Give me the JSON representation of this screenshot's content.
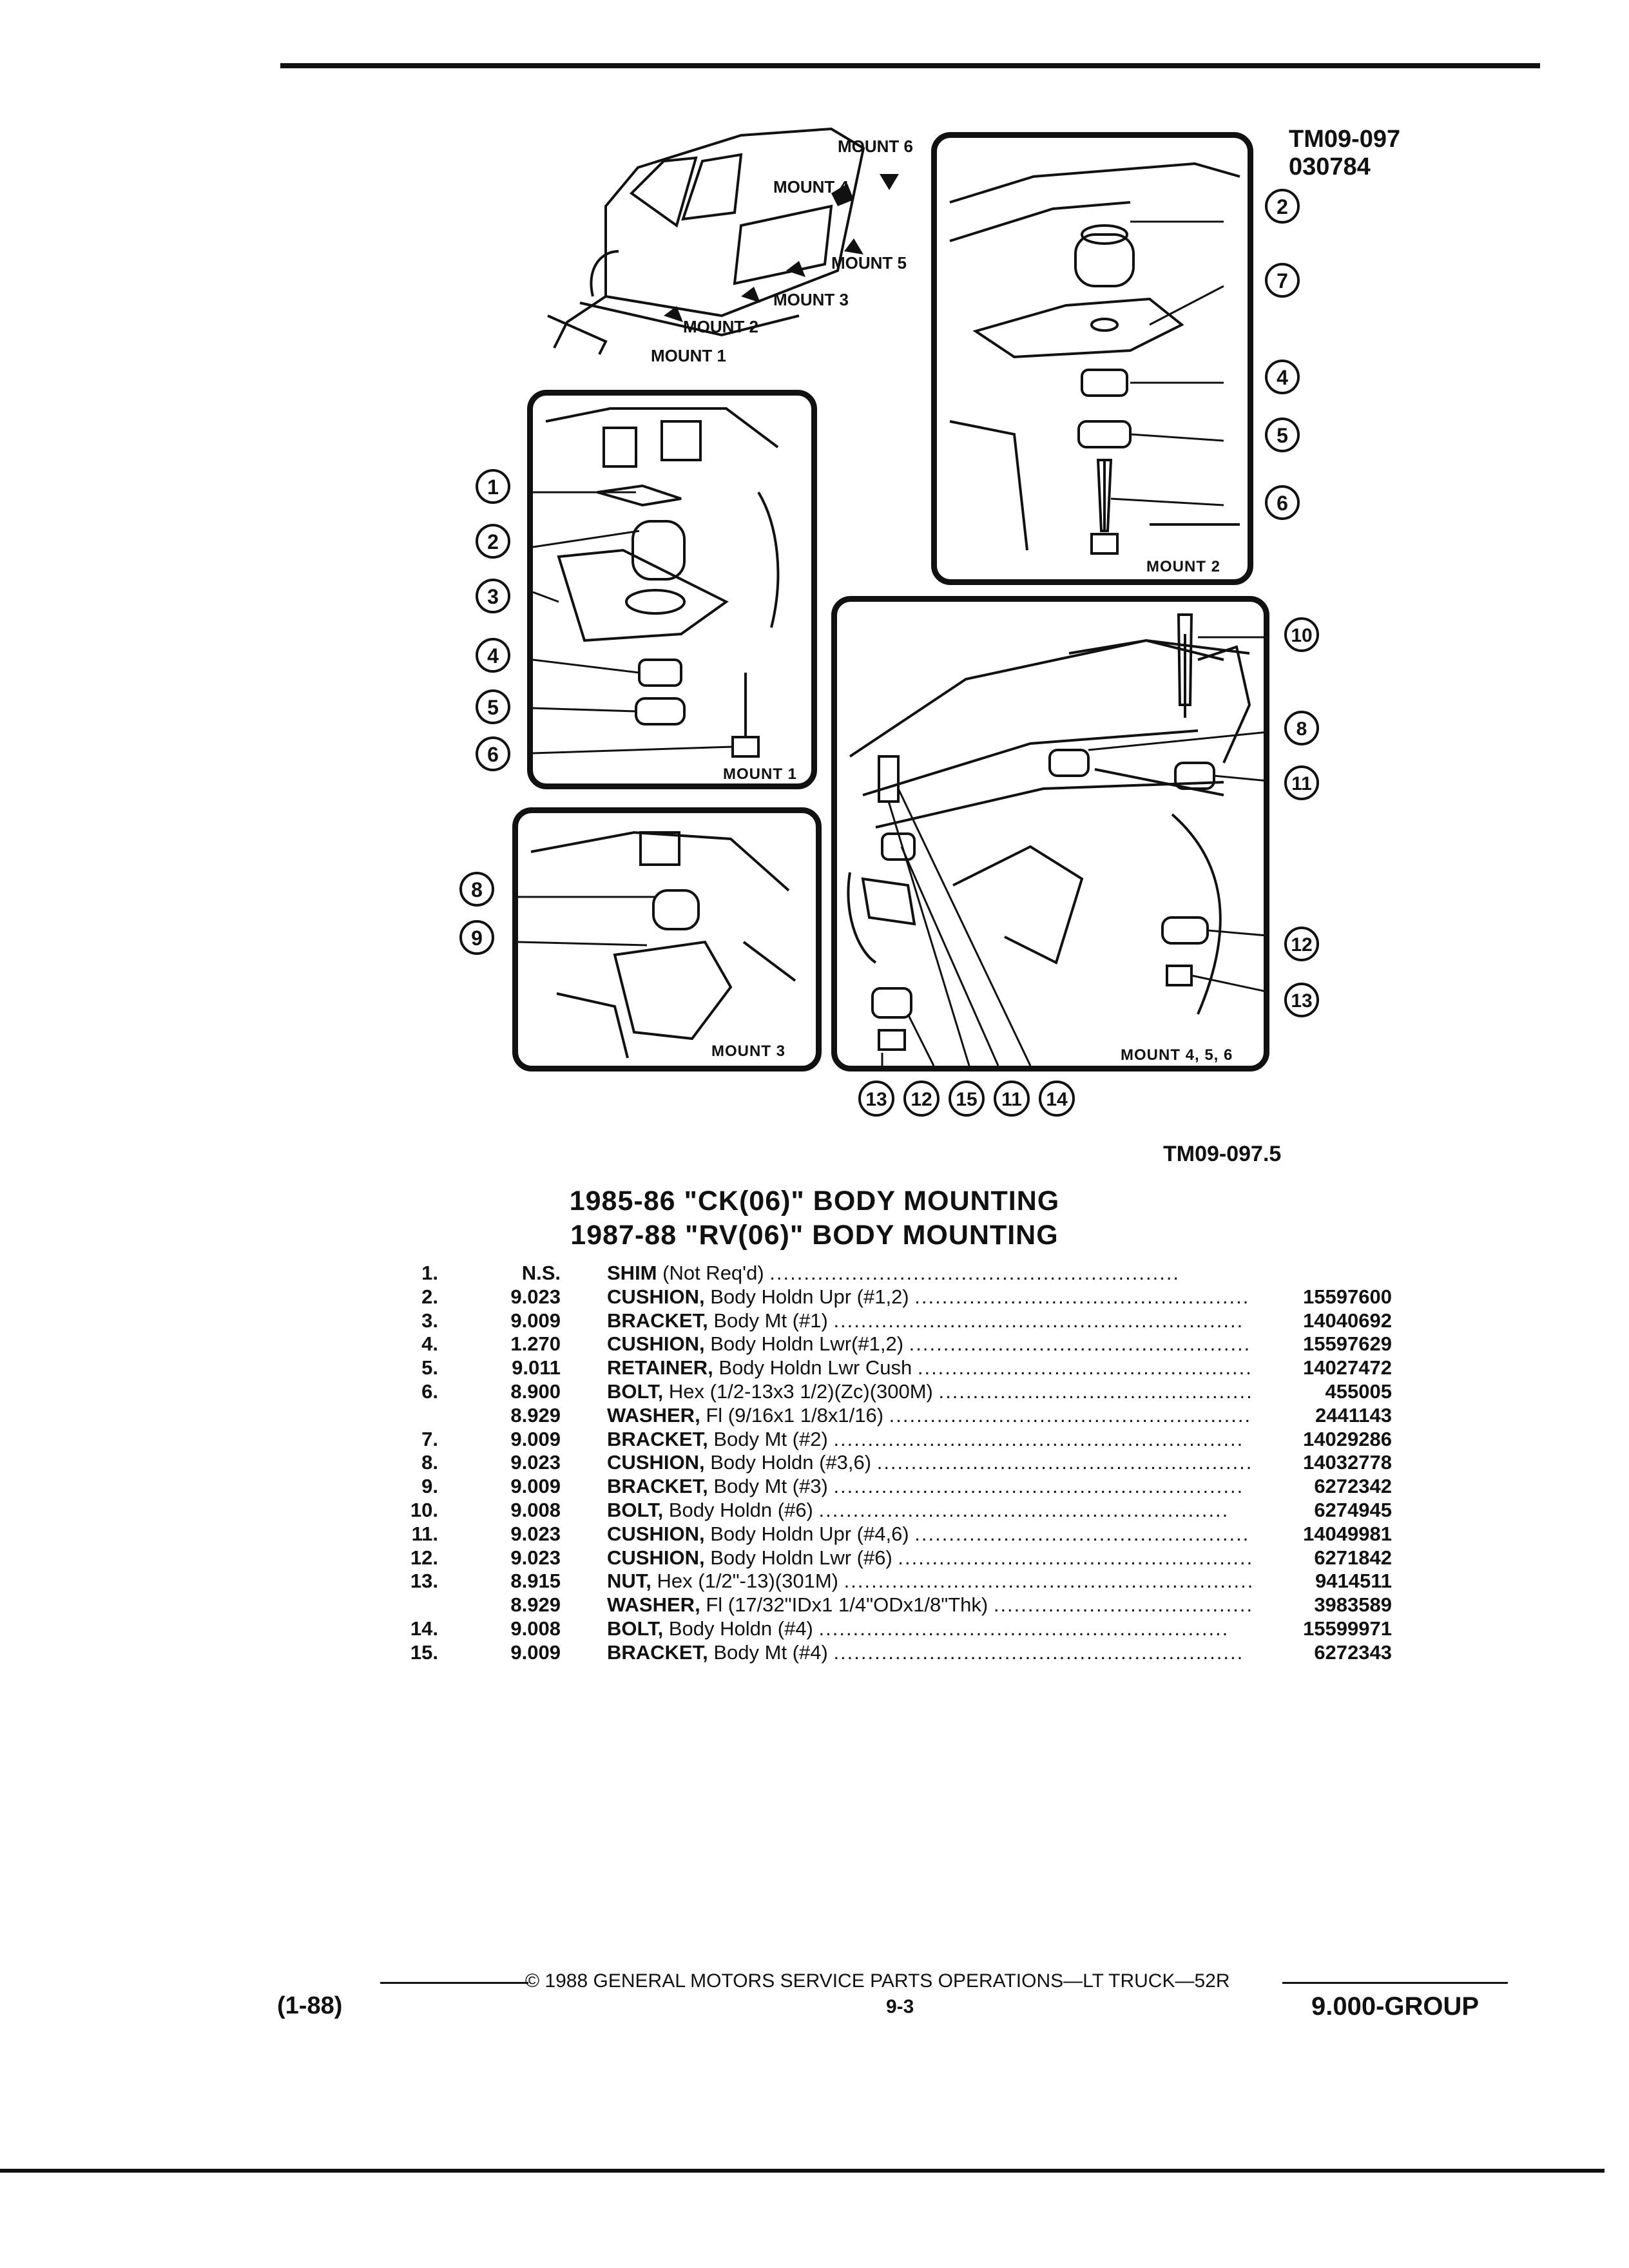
{
  "header": {
    "tm_code": "TM09-097",
    "tm_sub": "030784"
  },
  "overview_labels": [
    "MOUNT 6",
    "MOUNT 4",
    "MOUNT 5",
    "MOUNT 3",
    "MOUNT 2",
    "MOUNT 1"
  ],
  "panels": {
    "mount1": "MOUNT 1",
    "mount2": "MOUNT 2",
    "mount3": "MOUNT 3",
    "mount456": "MOUNT 4, 5, 6"
  },
  "callouts": {
    "m1": [
      "1",
      "2",
      "3",
      "4",
      "5",
      "6"
    ],
    "m2": [
      "2",
      "7",
      "4",
      "5",
      "6"
    ],
    "m3": [
      "8",
      "9"
    ],
    "m456_right": [
      "10",
      "8",
      "11",
      "12",
      "13"
    ],
    "m456_bottom": [
      "13",
      "12",
      "15",
      "11",
      "14"
    ]
  },
  "figure_code": "TM09-097.5",
  "titles": [
    "1985-86 \"CK(06)\" BODY MOUNTING",
    "1987-88 \"RV(06)\" BODY MOUNTING"
  ],
  "parts": [
    {
      "idx": "1.",
      "group": "N.S.",
      "name": "SHIM",
      "detail": "(Not Req'd)",
      "pn": ""
    },
    {
      "idx": "2.",
      "group": "9.023",
      "name": "CUSHION,",
      "detail": "Body Holdn Upr (#1,2)",
      "pn": "15597600"
    },
    {
      "idx": "3.",
      "group": "9.009",
      "name": "BRACKET,",
      "detail": "Body Mt (#1)",
      "pn": "14040692"
    },
    {
      "idx": "4.",
      "group": "1.270",
      "name": "CUSHION,",
      "detail": "Body Holdn Lwr(#1,2)",
      "pn": "15597629"
    },
    {
      "idx": "5.",
      "group": "9.011",
      "name": "RETAINER,",
      "detail": "Body Holdn Lwr Cush",
      "pn": "14027472"
    },
    {
      "idx": "6.",
      "group": "8.900",
      "name": "BOLT,",
      "detail": "Hex (1/2-13x3 1/2)(Zc)(300M)",
      "pn": "455005"
    },
    {
      "idx": "",
      "group": "8.929",
      "name": "WASHER,",
      "detail": "Fl (9/16x1 1/8x1/16)",
      "pn": "2441143"
    },
    {
      "idx": "7.",
      "group": "9.009",
      "name": "BRACKET,",
      "detail": "Body Mt (#2)",
      "pn": "14029286"
    },
    {
      "idx": "8.",
      "group": "9.023",
      "name": "CUSHION,",
      "detail": "Body Holdn (#3,6)",
      "pn": "14032778"
    },
    {
      "idx": "9.",
      "group": "9.009",
      "name": "BRACKET,",
      "detail": "Body Mt (#3)",
      "pn": "6272342"
    },
    {
      "idx": "10.",
      "group": "9.008",
      "name": "BOLT,",
      "detail": "Body Holdn (#6)",
      "pn": "6274945"
    },
    {
      "idx": "11.",
      "group": "9.023",
      "name": "CUSHION,",
      "detail": "Body Holdn Upr (#4,6)",
      "pn": "14049981"
    },
    {
      "idx": "12.",
      "group": "9.023",
      "name": "CUSHION,",
      "detail": "Body Holdn Lwr (#6)",
      "pn": "6271842"
    },
    {
      "idx": "13.",
      "group": "8.915",
      "name": "NUT,",
      "detail": "Hex (1/2\"-13)(301M)",
      "pn": "9414511"
    },
    {
      "idx": "",
      "group": "8.929",
      "name": "WASHER,",
      "detail": "Fl (17/32\"IDx1 1/4\"ODx1/8\"Thk)",
      "pn": "3983589"
    },
    {
      "idx": "14.",
      "group": "9.008",
      "name": "BOLT,",
      "detail": "Body Holdn (#4)",
      "pn": "15599971"
    },
    {
      "idx": "15.",
      "group": "9.009",
      "name": "BRACKET,",
      "detail": "Body Mt (#4)",
      "pn": "6272343"
    }
  ],
  "footer": {
    "copyright": "© 1988 GENERAL MOTORS SERVICE PARTS OPERATIONS—LT TRUCK—52R",
    "date": "(1-88)",
    "page": "9-3",
    "group": "9.000-GROUP"
  }
}
